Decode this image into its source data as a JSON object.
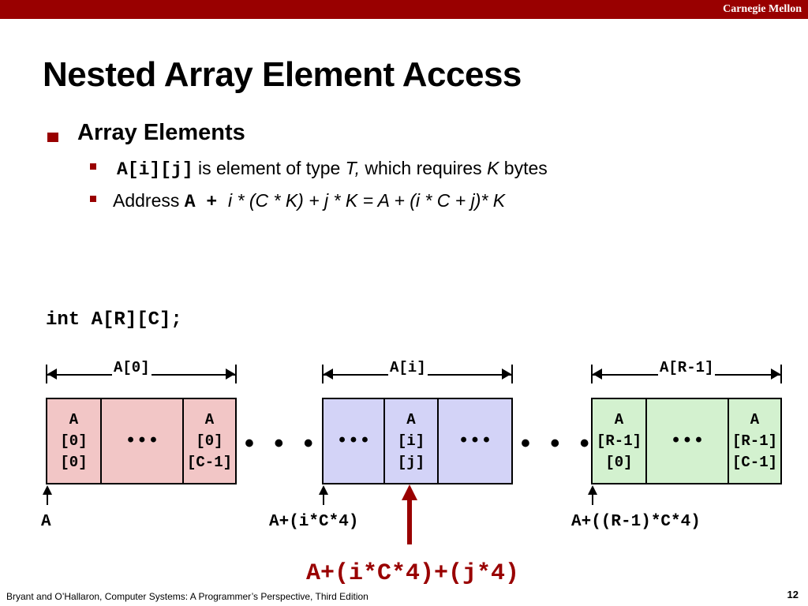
{
  "header": {
    "brand": "Carnegie Mellon"
  },
  "title": "Nested Array Element Access",
  "section": {
    "heading": "Array Elements",
    "line1": {
      "code": "A[i][j]",
      "text": " is element of type ",
      "T": "T,",
      "text2": " which requires ",
      "K": "K",
      "text3": " bytes"
    },
    "line2": {
      "prefix": "Address ",
      "code": "A + ",
      "expr": "i * (C * K) +  j * K = A + (i * C +  j)* K"
    }
  },
  "declaration": "int A[R][C];",
  "rows": [
    {
      "label": "A[0]",
      "cells": [
        {
          "text": "A\n[0]\n[0]"
        },
        {
          "text": "•••"
        },
        {
          "text": "A\n[0]\n[C-1]"
        }
      ]
    },
    {
      "label": "A[i]",
      "cells": [
        {
          "text": "•••"
        },
        {
          "text": "A\n[i]\n[j]"
        },
        {
          "text": "•••"
        }
      ]
    },
    {
      "label": "A[R-1]",
      "cells": [
        {
          "text": "A\n[R-1]\n[0]"
        },
        {
          "text": "•••"
        },
        {
          "text": "A\n[R-1]\n[C-1]"
        }
      ]
    }
  ],
  "separator": "• • •",
  "addresses": {
    "a0": "A",
    "ai": "A+(i*C*4)",
    "ar": "A+((R-1)*C*4)",
    "aij": "A+(i*C*4)+(j*4)"
  },
  "footer": {
    "text": "Bryant and O’Hallaron, Computer Systems: A Programmer’s Perspective, Third Edition",
    "page": "12"
  },
  "colors": {
    "accent": "#990000",
    "row0": "#f2c6c6",
    "rowi": "#d3d3f7",
    "rowR": "#d3f1cf"
  }
}
